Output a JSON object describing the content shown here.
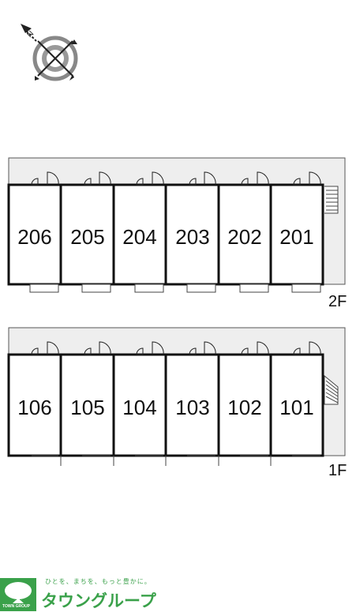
{
  "compass": {
    "icon": "compass-north-icon"
  },
  "floors": [
    {
      "label": "2F",
      "units": [
        "206",
        "205",
        "204",
        "203",
        "202",
        "201"
      ]
    },
    {
      "label": "1F",
      "units": [
        "106",
        "105",
        "104",
        "103",
        "102",
        "101"
      ]
    }
  ],
  "logo": {
    "tagline": "ひとを、まちを、もっと豊かに。",
    "brand": "タウングループ",
    "brand_en": "TOWN GROUP",
    "color": "#3aa14a"
  }
}
